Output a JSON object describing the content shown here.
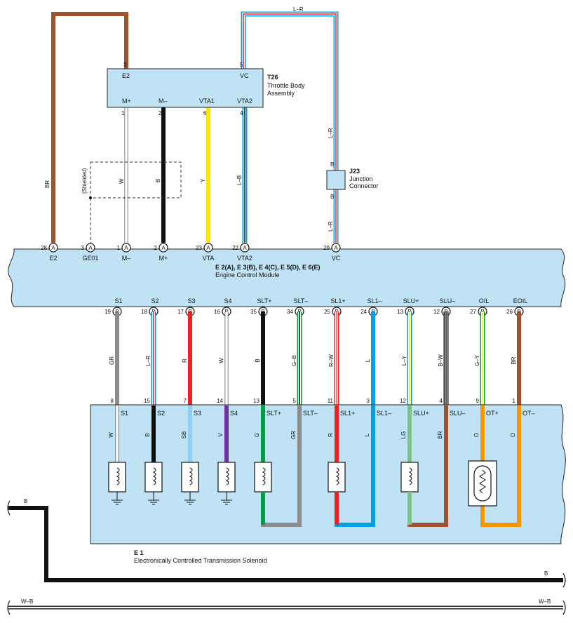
{
  "colors": {
    "box_fill": "#bfe3f5",
    "box_stroke": "#222222",
    "BR": "#a0502a",
    "B": "#111111",
    "W": "#ffffff",
    "Y": "#ffe600",
    "L": "#00a0e9",
    "R": "#ee2020",
    "GR": "#8c8c8c",
    "G": "#00a040",
    "SB": "#8fd0f2",
    "V": "#7030a0",
    "LG": "#7cc28a",
    "O": "#f39800"
  },
  "throttle": {
    "id": "T26",
    "name_line1": "Throttle Body",
    "name_line2": "Assembly",
    "pins": [
      {
        "num": "3",
        "name": "E2"
      },
      {
        "num": "5",
        "name": "VC"
      },
      {
        "num": "1",
        "name": "M+"
      },
      {
        "num": "2",
        "name": "M–"
      },
      {
        "num": "6",
        "name": "VTA1"
      },
      {
        "num": "4",
        "name": "VTA2"
      }
    ]
  },
  "junction": {
    "id": "J23",
    "name_line1": "Junction",
    "name_line2": "Connector",
    "pin_top": "B",
    "pin_bottom": "B"
  },
  "shielded_label": "(Shielded)",
  "ecm": {
    "title": "E 2(A), E 3(B), E 4(C), E 5(D), E 6(E)",
    "name": "Engine Control Module",
    "top_pins": [
      {
        "num": "28",
        "conn": "A",
        "name": "E2"
      },
      {
        "num": "3",
        "conn": "A",
        "name": "GE01"
      },
      {
        "num": "1",
        "conn": "A",
        "name": "M–"
      },
      {
        "num": "2",
        "conn": "A",
        "name": "M+"
      },
      {
        "num": "23",
        "conn": "A",
        "name": "VTA"
      },
      {
        "num": "22",
        "conn": "A",
        "name": "VTA2"
      },
      {
        "num": "29",
        "conn": "A",
        "name": "VC"
      }
    ],
    "bottom_pins": [
      {
        "num": "19",
        "conn": "B",
        "name": "S1"
      },
      {
        "num": "18",
        "conn": "B",
        "name": "S2"
      },
      {
        "num": "17",
        "conn": "B",
        "name": "S3"
      },
      {
        "num": "16",
        "conn": "B",
        "name": "S4"
      },
      {
        "num": "35",
        "conn": "B",
        "name": "SLT+"
      },
      {
        "num": "34",
        "conn": "B",
        "name": "SLT–"
      },
      {
        "num": "25",
        "conn": "B",
        "name": "SL1+"
      },
      {
        "num": "24",
        "conn": "B",
        "name": "SL1–"
      },
      {
        "num": "13",
        "conn": "B",
        "name": "SLU+"
      },
      {
        "num": "12",
        "conn": "B",
        "name": "SLU–"
      },
      {
        "num": "27",
        "conn": "B",
        "name": "OIL"
      },
      {
        "num": "26",
        "conn": "B",
        "name": "EOIL"
      }
    ]
  },
  "upper_wires": {
    "br": "BR",
    "w": "W",
    "b": "B",
    "y": "Y",
    "lb": "L–B",
    "lr_top": "L–R",
    "lr_upper": "L–R",
    "lr_lower": "L–R"
  },
  "lower_wire_labels": [
    "GR",
    "L–R",
    "R",
    "W",
    "B",
    "G–B",
    "R–W",
    "L",
    "L–Y",
    "B–W",
    "G–Y",
    "BR"
  ],
  "solenoid_pins": [
    {
      "num": "8",
      "name": "S1",
      "int_color": "W"
    },
    {
      "num": "15",
      "name": "S2",
      "int_color": "B"
    },
    {
      "num": "7",
      "name": "S3",
      "int_color": "SB"
    },
    {
      "num": "14",
      "name": "S4",
      "int_color": "V"
    },
    {
      "num": "13",
      "name": "SLT+",
      "int_color": "G"
    },
    {
      "num": "5",
      "name": "SLT–",
      "int_color": "GR"
    },
    {
      "num": "11",
      "name": "SL1+",
      "int_color": "R"
    },
    {
      "num": "3",
      "name": "SL1–",
      "int_color": "L"
    },
    {
      "num": "12",
      "name": "SLU+",
      "int_color": "LG"
    },
    {
      "num": "4",
      "name": "SLU–",
      "int_color": "BR"
    },
    {
      "num": "9",
      "name": "OT+",
      "int_color": "O"
    },
    {
      "num": "1",
      "name": "OT–",
      "int_color": "O"
    }
  ],
  "solenoid": {
    "id": "E 1",
    "name": "Electronically Controlled Transmission Solenoid"
  },
  "bus": {
    "b_left": "B",
    "b_right": "B",
    "wb_left": "W–B",
    "wb_right": "W–B"
  }
}
